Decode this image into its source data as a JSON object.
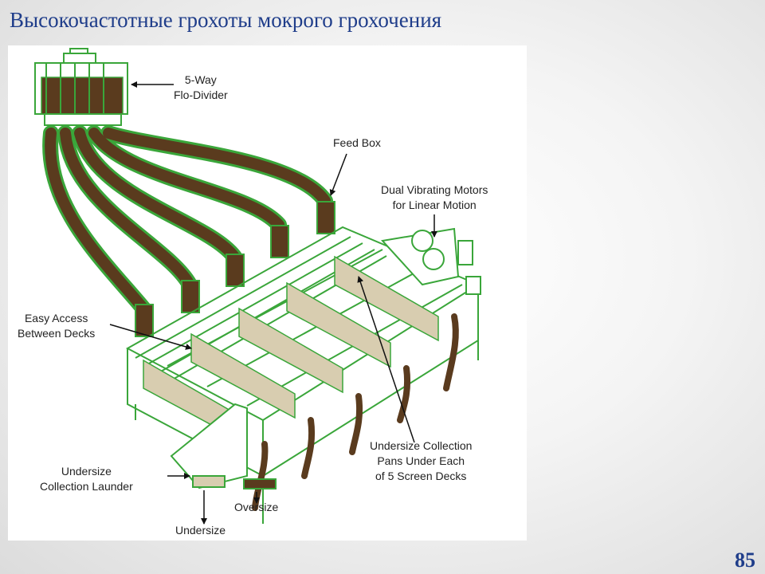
{
  "slide": {
    "title": "Высокочастотные грохоты мокрого грохочения",
    "page_number": "85"
  },
  "diagram": {
    "callouts": {
      "flo_divider": "5-Way\nFlo-Divider",
      "feed_box": "Feed Box",
      "vibrating_motors": "Dual Vibrating Motors\nfor Linear Motion",
      "easy_access": "Easy Access\nBetween Decks",
      "collection_pans": "Undersize Collection\nPans Under Each\nof 5 Screen Decks",
      "launder": "Undersize\nCollection Launder",
      "oversize": "Oversize",
      "undersize": "Undersize"
    },
    "colors": {
      "frame": "#3aa63a",
      "pulp": "#5a3b1e",
      "pan": "#d8cdb0",
      "title": "#1f3d8a"
    }
  }
}
